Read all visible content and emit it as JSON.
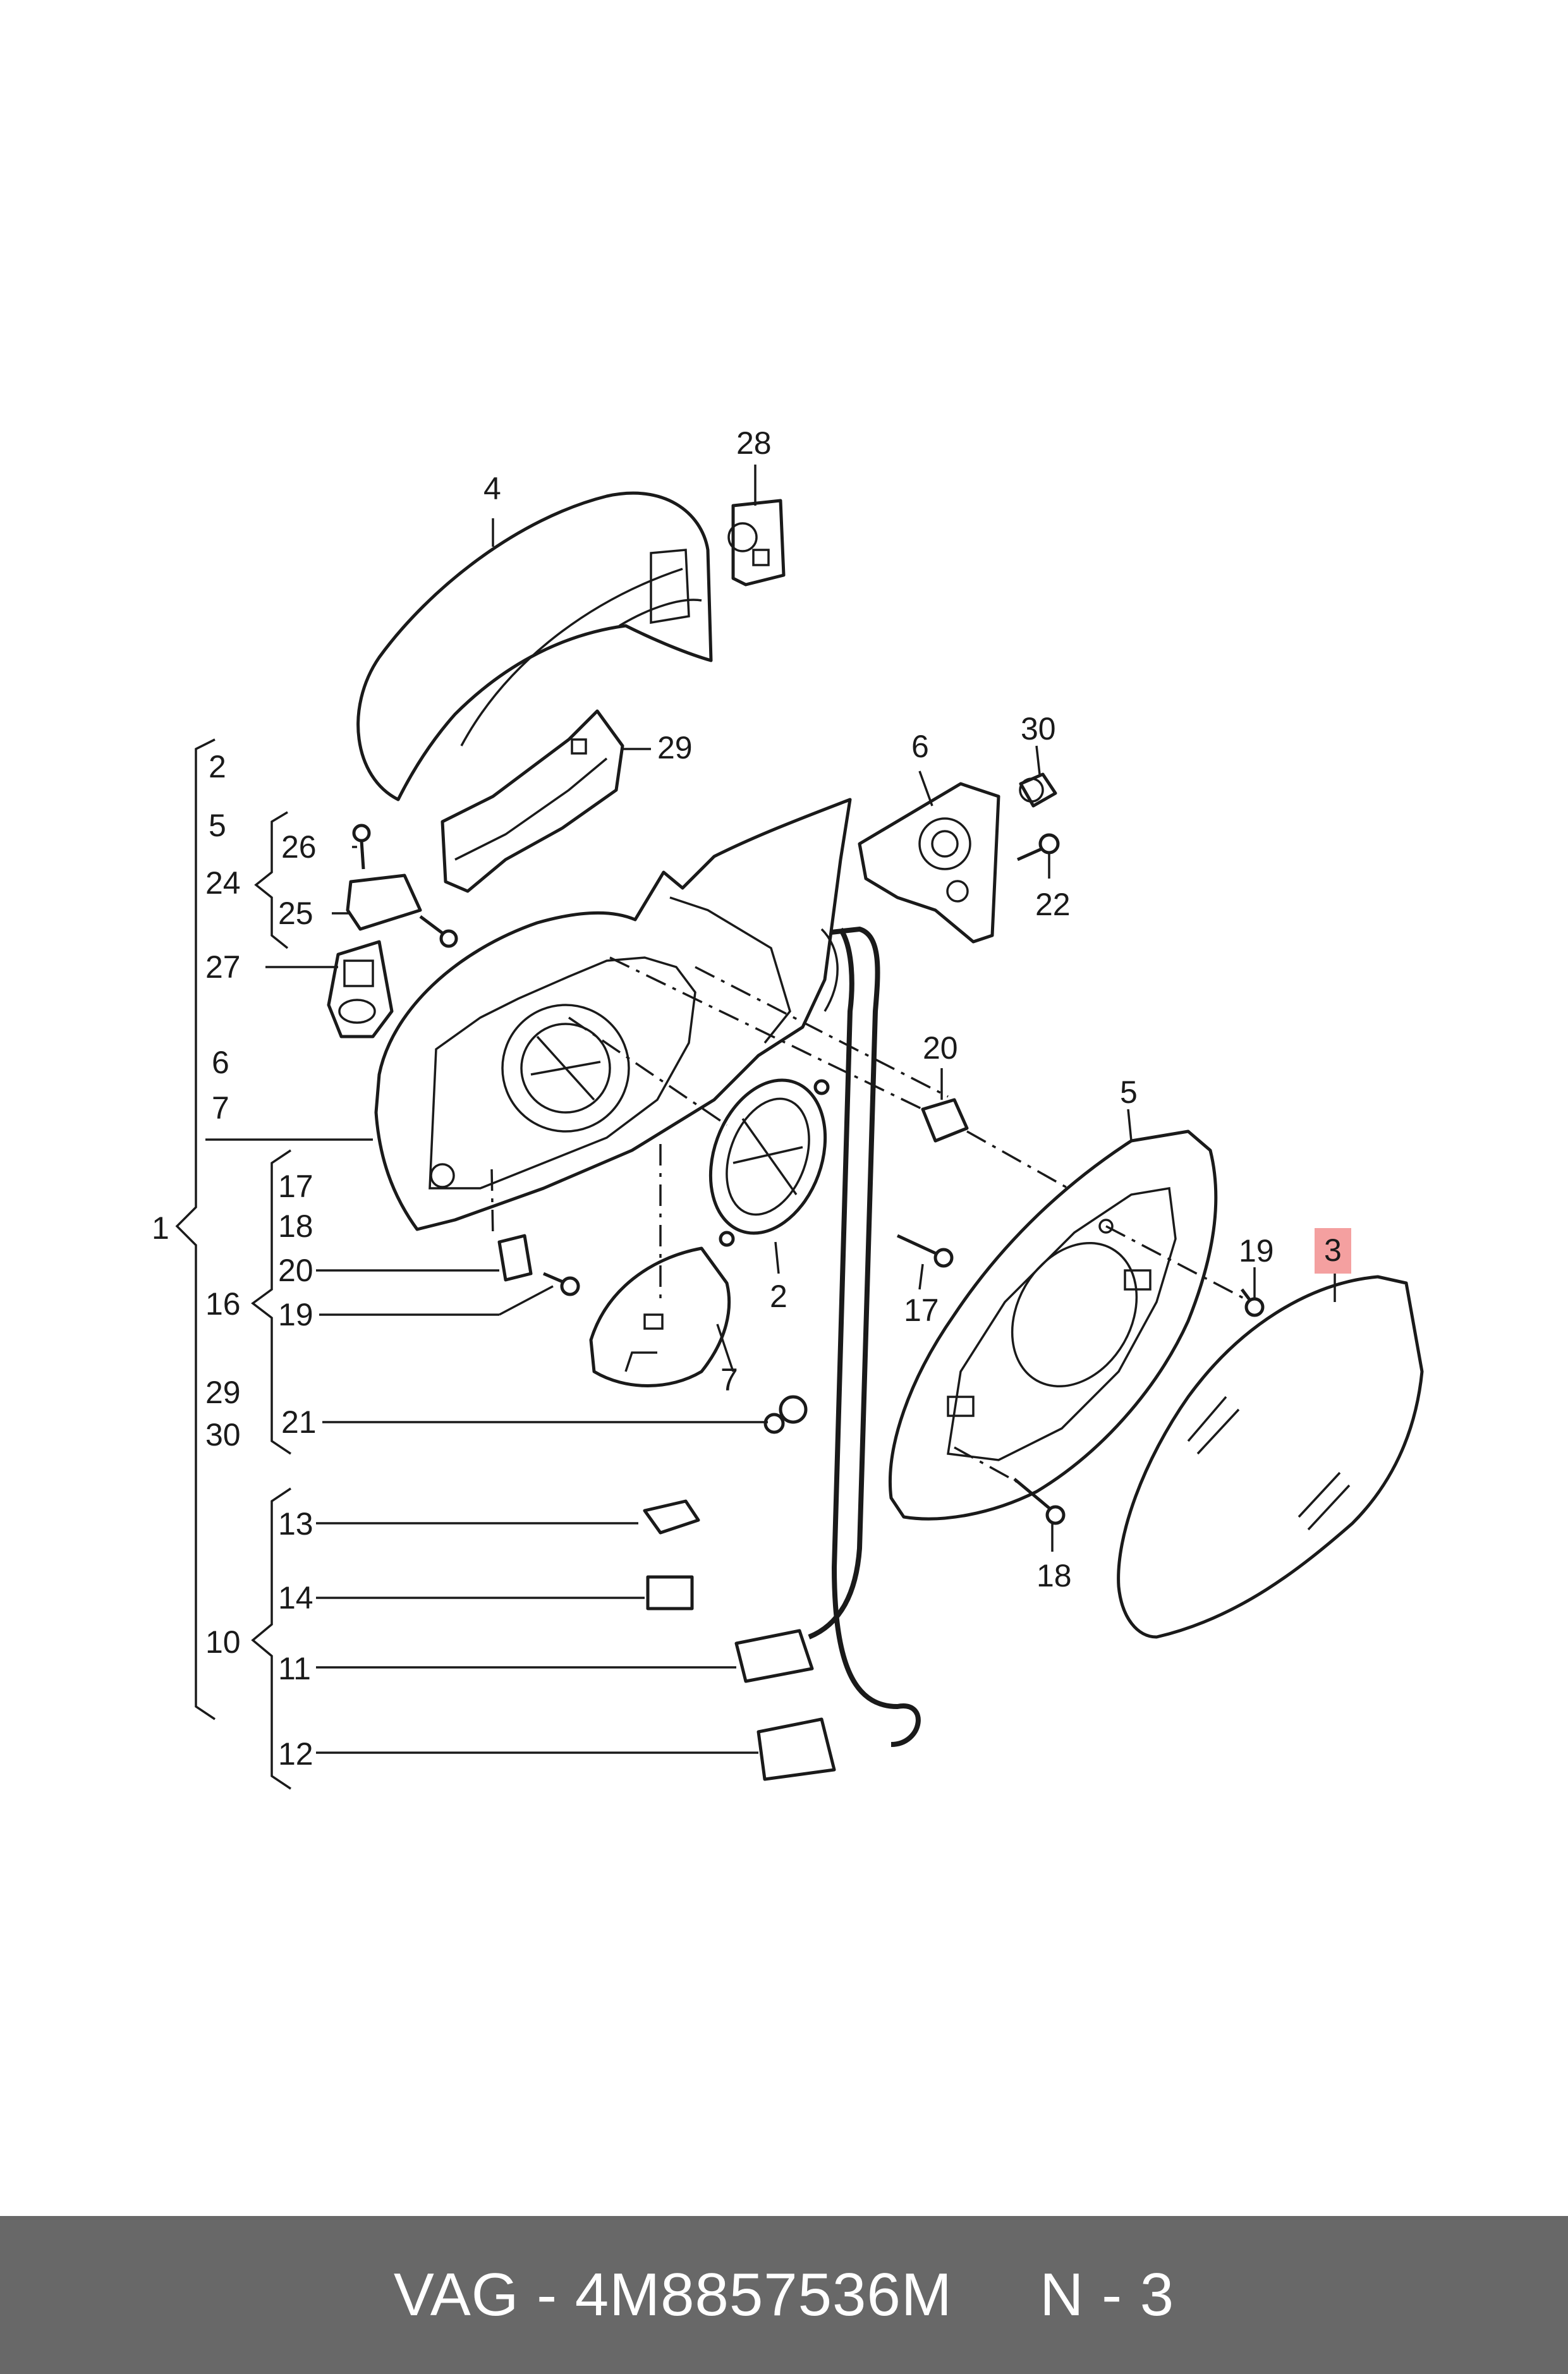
{
  "diagram": {
    "callouts": [
      "1",
      "2",
      "3",
      "4",
      "5",
      "6",
      "7",
      "10",
      "11",
      "12",
      "13",
      "14",
      "16",
      "17",
      "18",
      "19",
      "20",
      "21",
      "22",
      "24",
      "25",
      "26",
      "27",
      "28",
      "29",
      "30"
    ],
    "highlighted_callout": "3",
    "highlight_color": "#f4a0a0",
    "group_1": [
      "2",
      "5",
      "24",
      "27",
      "6",
      "7",
      "16",
      "29",
      "30",
      "10"
    ],
    "group_24": [
      "26",
      "25"
    ],
    "group_16": [
      "17",
      "18",
      "20",
      "19",
      "21"
    ],
    "group_10": [
      "13",
      "14",
      "11",
      "12"
    ],
    "labels": {
      "l1": "1",
      "l2_list": "2",
      "l5_list": "5",
      "l24": "24",
      "l26": "26",
      "l25": "25",
      "l27": "27",
      "l6_list": "6",
      "l7_list": "7",
      "l17_list": "17",
      "l18_list": "18",
      "l20_list": "20",
      "l19_list": "19",
      "l16": "16",
      "l29_list": "29",
      "l30_list": "30",
      "l21": "21",
      "l13": "13",
      "l14": "14",
      "l10": "10",
      "l11": "11",
      "l12": "12",
      "l4": "4",
      "l28": "28",
      "l29": "29",
      "l6": "6",
      "l30": "30",
      "l22": "22",
      "l20": "20",
      "l5": "5",
      "l19": "19",
      "l3": "3",
      "l2": "2",
      "l17": "17",
      "l7": "7",
      "l18": "18"
    }
  },
  "footer": {
    "text": "VAG - 4M8857536M     N - 3",
    "background": "#686868",
    "color": "#ffffff"
  }
}
